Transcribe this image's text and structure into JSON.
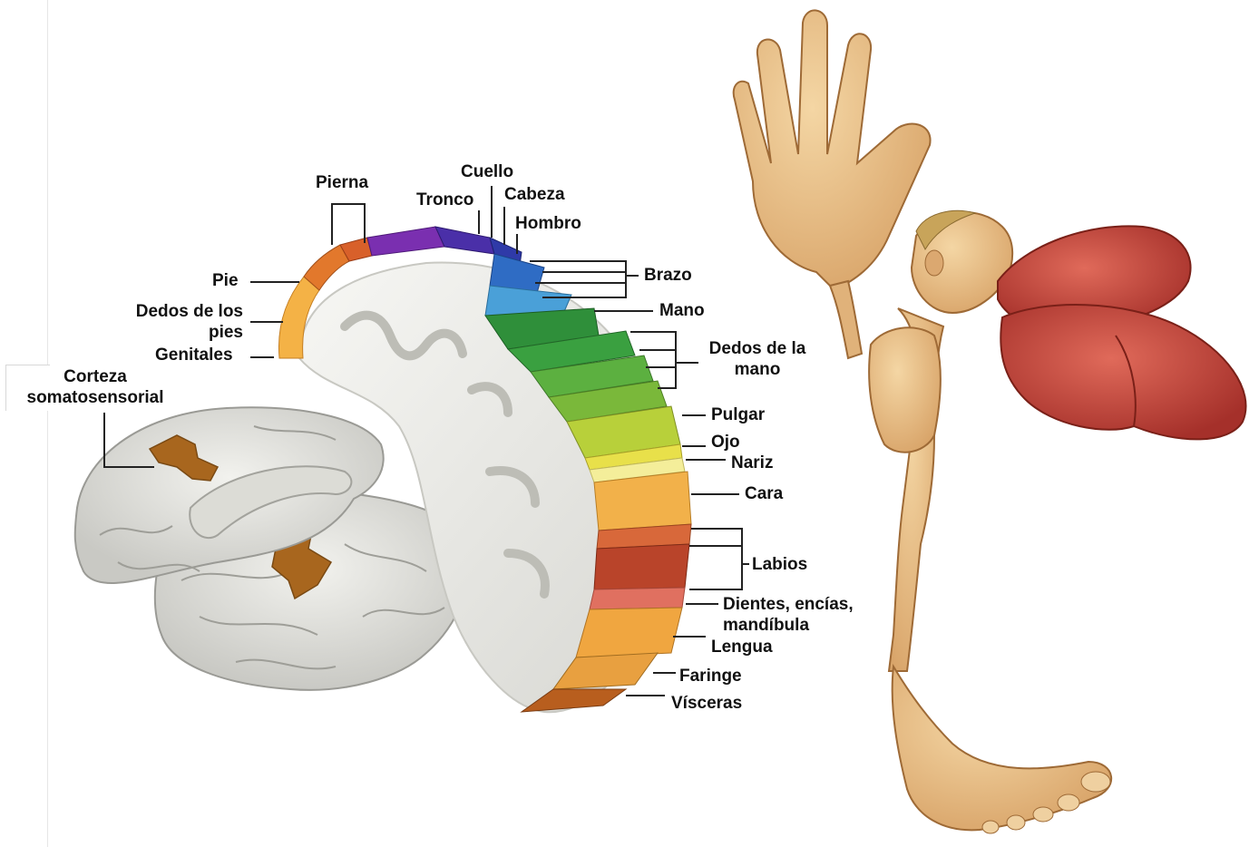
{
  "labels": {
    "pierna": "Pierna",
    "cuello": "Cuello",
    "tronco": "Tronco",
    "cabeza": "Cabeza",
    "hombro": "Hombro",
    "pie": "Pie",
    "brazo": "Brazo",
    "dedos_pies_1": "Dedos de los",
    "dedos_pies_2": "pies",
    "mano": "Mano",
    "genitales": "Genitales",
    "dedos_mano_1": "Dedos de la",
    "dedos_mano_2": "mano",
    "corteza_1": "Corteza",
    "corteza_2": "somatosensorial",
    "pulgar": "Pulgar",
    "ojo": "Ojo",
    "nariz": "Nariz",
    "cara": "Cara",
    "labios": "Labios",
    "dientes_1": "Dientes, encías,",
    "dientes_2": "mandíbula",
    "lengua": "Lengua",
    "faringe": "Faringe",
    "visceras": "Vísceras"
  },
  "colors": {
    "leg": "#e07a2c",
    "trunk": "#6a2fa0",
    "neck": "#3a2f9c",
    "arm": "#2f6cc4",
    "hand": "#2f8f3a",
    "thumb": "#a8c83a",
    "face": "#f2b14a",
    "lips": "#b9442a",
    "viscera": "#b85e1e",
    "cortex_patch": "#a8661e",
    "skin": "#e8c08a",
    "tongue": "#c8443a"
  },
  "icons": [
    "brain-lateral-view",
    "brain-medial-view",
    "homunculus-figure"
  ]
}
